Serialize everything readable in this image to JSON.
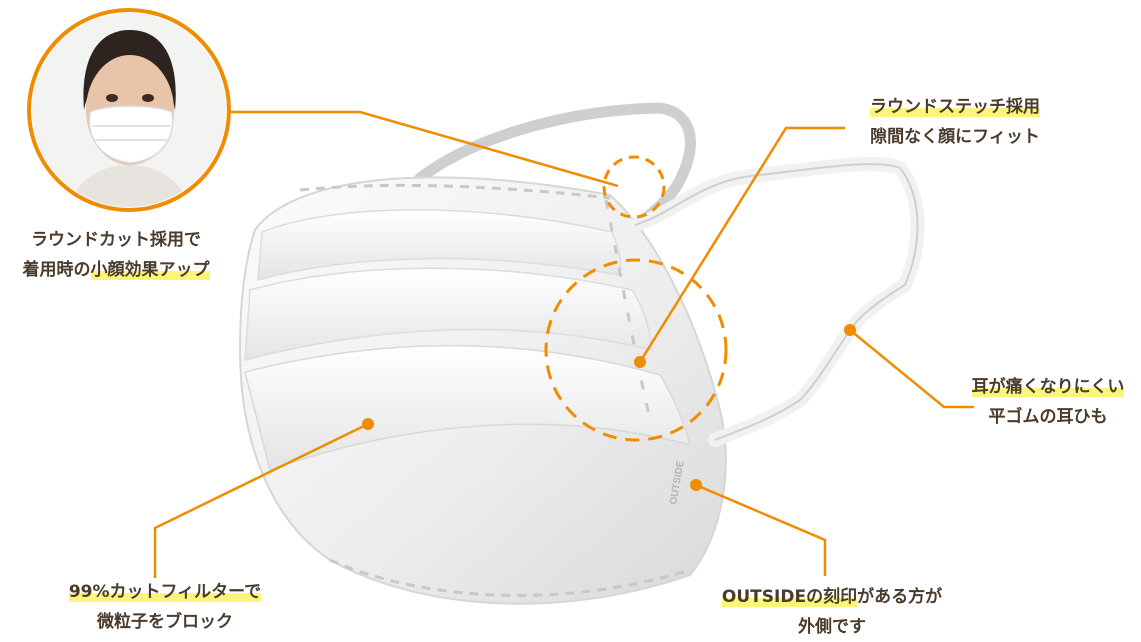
{
  "colors": {
    "accent": "#f08c00",
    "text": "#4a3b2c",
    "highlight": "#fdf57a"
  },
  "callouts": {
    "round_cut": {
      "line1": "ラウンドカット採用で",
      "line2_before": "着用時の",
      "line2_highlight": "小顔効果アップ"
    },
    "round_stitch": {
      "line1": "ラウンドステッチ採用",
      "line2": "隙間なく顔にフィット"
    },
    "ear_loop": {
      "line1": "耳が痛くなりにくい",
      "line2": "平ゴムの耳ひも"
    },
    "filter": {
      "line1": "99%カットフィルターで",
      "line2": "微粒子をブロック"
    },
    "outside": {
      "line1_highlight": "OUTSIDEの刻印",
      "line1_after": "がある方が",
      "line2": "外側です"
    }
  },
  "mask": {
    "imprint": "OUTSIDE"
  }
}
